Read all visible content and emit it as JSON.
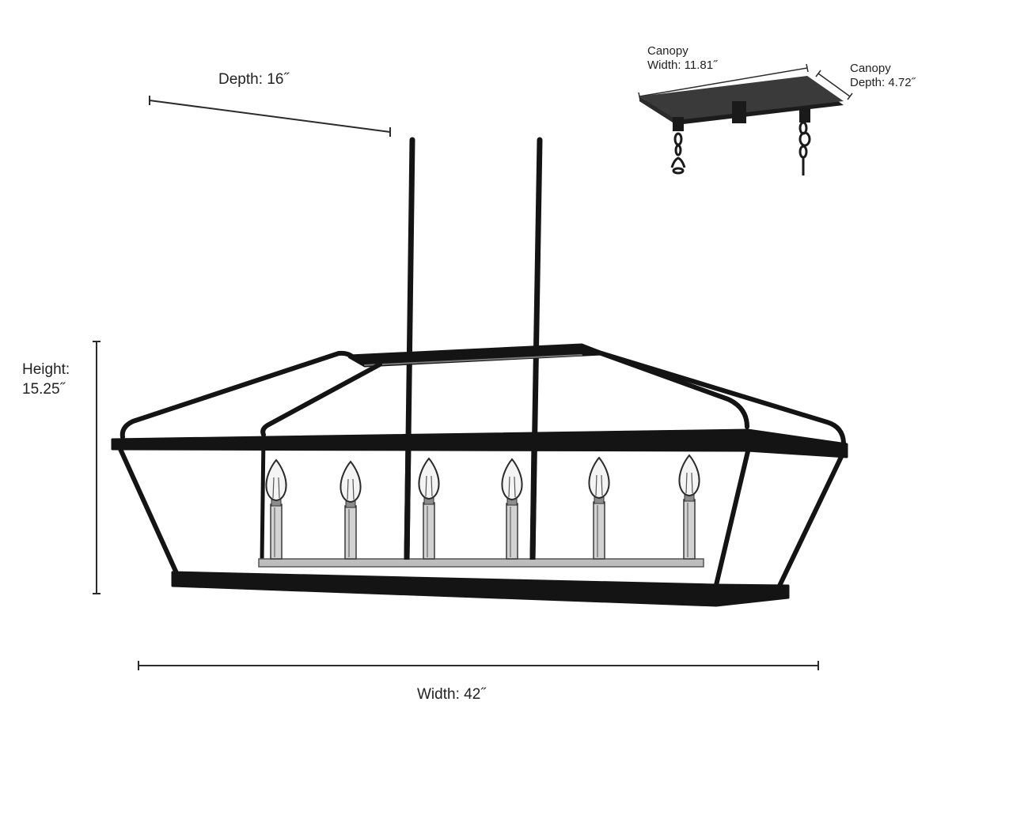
{
  "dimensions": {
    "depth": {
      "label": "Depth: 16˝"
    },
    "height": {
      "line1": "Height:",
      "line2": "15.25˝"
    },
    "width": {
      "label": "Width: 42˝"
    },
    "canopy_width": {
      "line1": "Canopy",
      "line2": "Width: 11.81˝"
    },
    "canopy_depth": {
      "line1": "Canopy",
      "line2": "Depth: 4.72˝"
    }
  },
  "fixture": {
    "bulb_count": 6
  },
  "colors": {
    "frame": "#141414",
    "lines": "#2b2b2b",
    "chrome": "#9a9a9a",
    "bulb_glass": "#f4f4f4"
  }
}
